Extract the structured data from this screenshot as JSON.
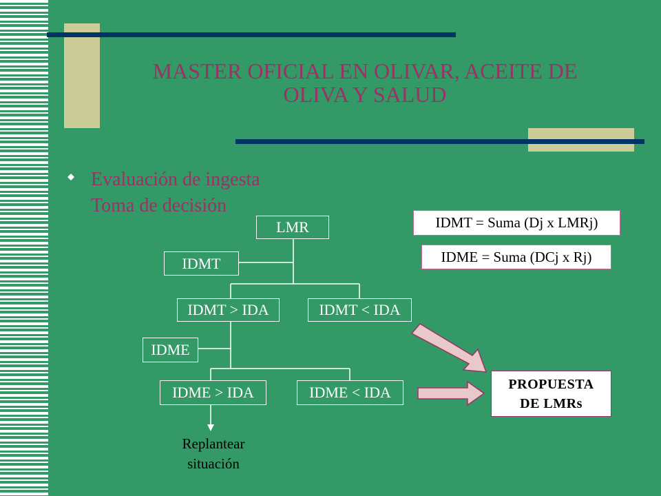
{
  "colors": {
    "background": "#339966",
    "title": "#993366",
    "navy_bar": "#003366",
    "tan": "#cccc99",
    "arrow_fill": "#e8c8c8"
  },
  "title": {
    "line1": "MASTER OFICIAL EN OLIVAR, ACEITE DE",
    "line2": "OLIVA Y SALUD"
  },
  "bullet": {
    "icon": "diamond-bullet-icon",
    "line1": "Evaluación de ingesta",
    "line2": "Toma de decisión"
  },
  "diagram": {
    "lmr": "LMR",
    "idmt": "IDMT",
    "idmt_gt": "IDMT > IDA",
    "idmt_lt": "IDMT < IDA",
    "idme": "IDME",
    "idme_gt": "IDME > IDA",
    "idme_lt": "IDME < IDA",
    "formula_idmt": "IDMT = Suma (Dj x LMRj)",
    "formula_idme": "IDME = Suma (DCj x Rj)",
    "proposal_line1": "PROPUESTA",
    "proposal_line2": "DE LMRs",
    "outcome_line1": "Replantear",
    "outcome_line2": "situación"
  }
}
